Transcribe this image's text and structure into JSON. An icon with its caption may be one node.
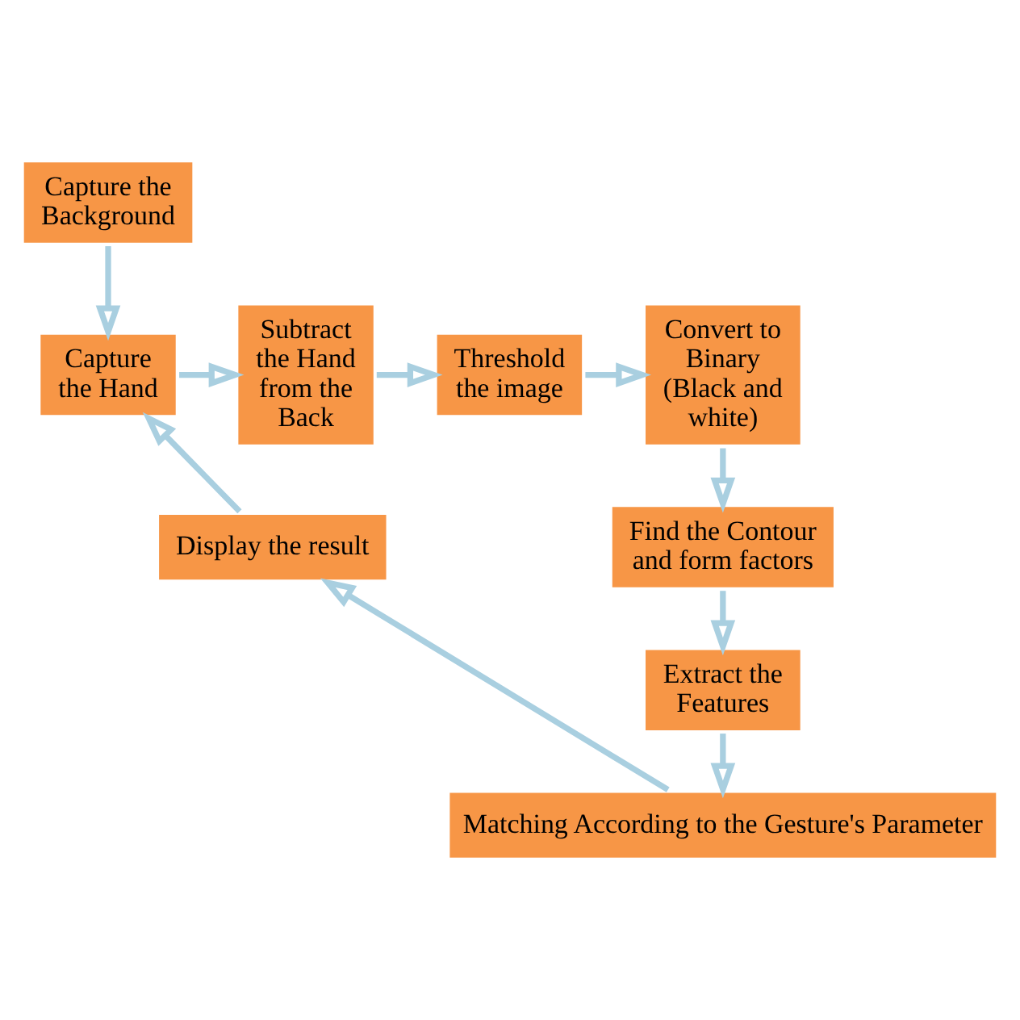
{
  "diagram": {
    "nodes": [
      {
        "text": [
          "Capture the Background"
        ]
      },
      {
        "text": [
          "Capture the Hand"
        ]
      },
      {
        "text": [
          "Subtract the Hand from the Back"
        ]
      },
      {
        "text": [
          "Threshold the image"
        ]
      },
      {
        "text": [
          "Convert to Binary (Black and white)"
        ]
      },
      {
        "text": [
          "Find the Contour and form factors"
        ]
      },
      {
        "text": [
          "Extract the Features"
        ]
      },
      {
        "text": [
          "Matching According to the Gesture's Parameter"
        ]
      },
      {
        "text": [
          "Display the result"
        ]
      }
    ],
    "edges": [
      {
        "from": 0,
        "to": 1,
        "arrow": "to"
      },
      {
        "from": 1,
        "to": 2,
        "arrow": "to"
      },
      {
        "from": 2,
        "to": 3,
        "arrow": "to"
      },
      {
        "from": 3,
        "to": 4,
        "arrow": "to"
      },
      {
        "from": 4,
        "to": 5,
        "arrow": "to"
      },
      {
        "from": 5,
        "to": 6,
        "arrow": "to"
      },
      {
        "from": 6,
        "to": 7,
        "arrow": "to"
      },
      {
        "from": 7,
        "to": 8,
        "arrow": "to"
      },
      {
        "from": 8,
        "to": 1,
        "arrow": "to"
      }
    ]
  }
}
